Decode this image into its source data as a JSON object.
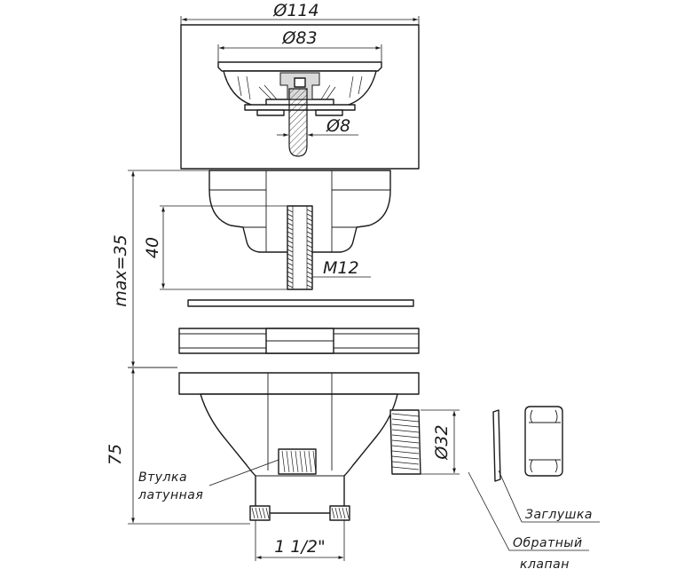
{
  "dimensions": {
    "d114": "Ø114",
    "d83": "Ø83",
    "d8": "Ø8",
    "thread_m12": "M12",
    "h40": "40",
    "h_max35": "max=35",
    "d32": "Ø32",
    "h75": "75",
    "pipe_1_1_2": "1 1/2\""
  },
  "notes": {
    "bushing_line1": "Втулка",
    "bushing_line2": "латунная",
    "cap": "Заглушка",
    "valve_line1": "Обратный",
    "valve_line2": "клапан"
  }
}
